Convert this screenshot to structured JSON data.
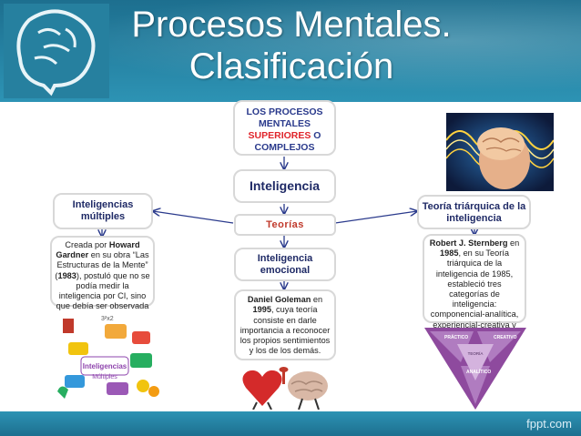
{
  "slide": {
    "title": "Procesos Mentales. Clasificación",
    "footer": "fppt.com"
  },
  "nodes": {
    "root_pre": "LOS PROCESOS MENTALES",
    "root_highlight": "SUPERIORES",
    "root_post": "O COMPLEJOS",
    "intelligence": "Inteligencia",
    "theories": "Teorías",
    "multiple": "Inteligencias múltiples",
    "emotional": "Inteligencia emocional",
    "triarchic": "Teoría triárquica de la inteligencia"
  },
  "descriptions": {
    "gardner": {
      "t1": "Creada por ",
      "name": "Howard Gardner",
      "t2": " en su obra “Las Estructuras de la Mente” (",
      "year": "1983",
      "t3": "), postuló que no se podía medir la inteligencia por CI, sino que debía ser observada y desarrollada."
    },
    "goleman": {
      "name": "Daniel Goleman",
      "t1": " en ",
      "year": "1995",
      "t2": ", cuya teoría consiste en darle importancia a reconocer los propios sentimientos y los de los demás."
    },
    "sternberg": {
      "name": "Robert J. Sternberg",
      "t1": " en ",
      "year": "1985",
      "t2": ", en su Teoría triárquica de la inteligencia de 1985, estableció tres categorías de inteligencia: componencial-analítica, experiencial-creativa y contextual-práctica."
    }
  },
  "colors": {
    "header": "#2d93b4",
    "node_text": "#1f2a66",
    "highlight": "#e0242b",
    "theories_text": "#c0392b",
    "arrow": "#2a3a8c"
  }
}
